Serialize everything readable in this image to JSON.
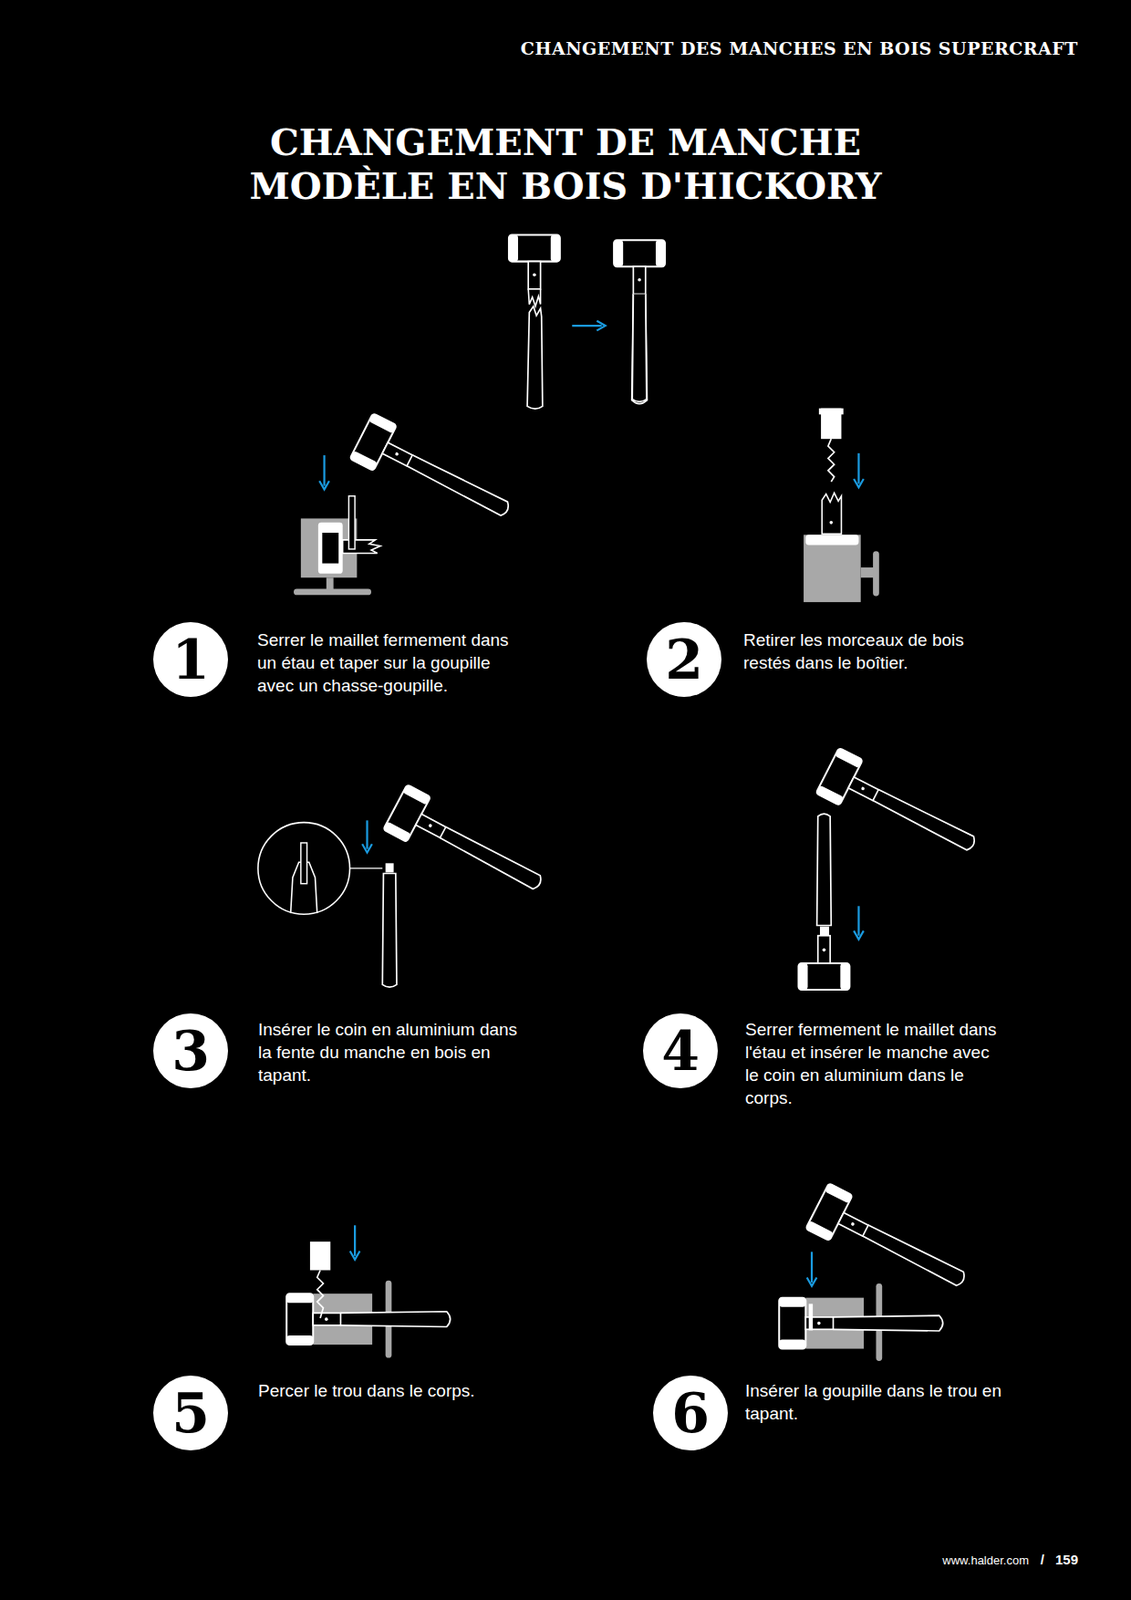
{
  "diagram": {
    "title": "CHANGEMENT DE MANCHE MODÈLE EN BOIS D'HICKORY",
    "nodes": [
      {
        "text": [
          "1",
          "Serrer le maillet fermement dans un étau et taper sur la goupille avec un chasse-goupille."
        ]
      },
      {
        "text": [
          "2",
          "Retirer les morceaux de bois restés dans le boîtier."
        ]
      },
      {
        "text": [
          "3",
          "Insérer le coin en aluminium dans la fente du manche en bois en tapant."
        ]
      },
      {
        "text": [
          "4",
          "Serrer fermement le maillet dans l'étau et insérer le manche avec le coin en aluminium dans le corps."
        ]
      },
      {
        "text": [
          "5",
          "Percer le trou dans le corps."
        ]
      },
      {
        "text": [
          "6",
          "Insérer la goupille dans le trou en tapant."
        ]
      }
    ],
    "labels": [
      "CHANGEMENT DES MANCHES EN BOIS SUPERCRAFT",
      "www.halder.com",
      "/",
      "159"
    ]
  }
}
